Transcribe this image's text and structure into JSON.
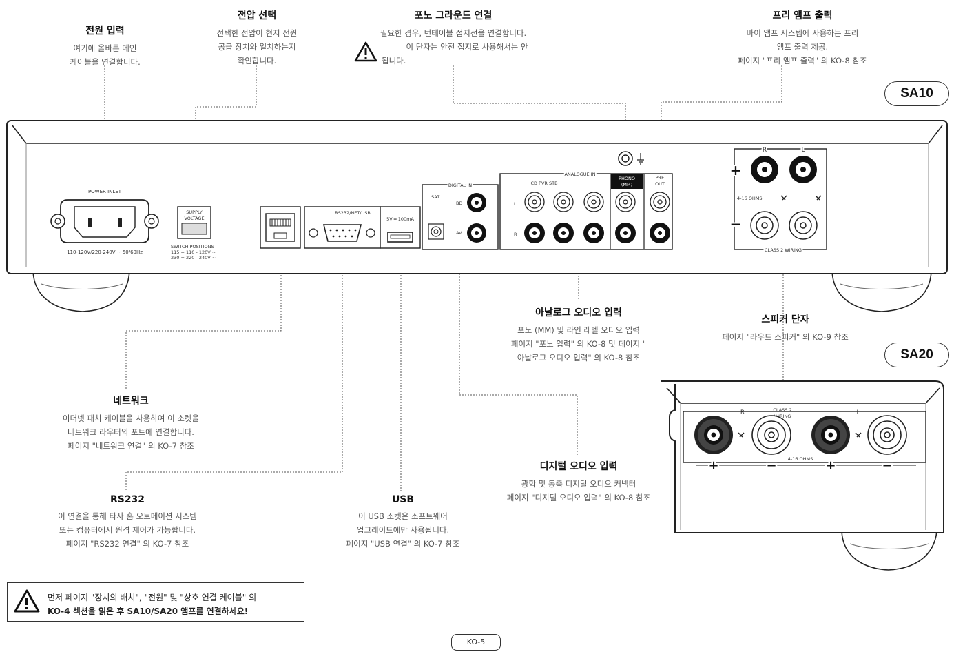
{
  "models": {
    "sa10": "SA10",
    "sa20": "SA20"
  },
  "callouts": {
    "power": {
      "title": "전원 입력",
      "lines": [
        "여기에 올바른 메인",
        "케이블을 연결합니다."
      ]
    },
    "voltage": {
      "title": "전압 선택",
      "lines": [
        "선택한 전압이 현지 전원",
        "공급 장치와 일치하는지",
        "확인합니다."
      ]
    },
    "phono_ground": {
      "title": "포노 그라운드 연결",
      "lines": [
        "필요한 경우, 턴테이블 접지선을 연결합니다.",
        "이 단자는 안전 접지로 사용해서는 안",
        "됩니다."
      ]
    },
    "preamp": {
      "title": "프리 앰프 출력",
      "lines": [
        "바이 앰프 시스템에 사용하는 프리",
        "앰프 출력 제공.",
        "페이지 \"프리 앰프 출력\" 의 KO-8 참조"
      ]
    },
    "analogue": {
      "title": "아날로그 오디오 입력",
      "lines": [
        "포노 (MM) 및 라인 레벨 오디오 입력",
        "페이지 \"포노 입력\" 의 KO-8 및 페이지 \"",
        "아날로그 오디오 입력\" 의 KO-8 참조"
      ]
    },
    "speaker": {
      "title": "스피커 단자",
      "lines": [
        "페이지 \"라우드 스피커\" 의 KO-9 참조"
      ]
    },
    "network": {
      "title": "네트워크",
      "lines": [
        "이더넷 패치 케이블을 사용하여 이 소켓을",
        "네트워크 라우터의 포트에 연결합니다.",
        "페이지 \"네트워크 연결\" 의 KO-7 참조"
      ]
    },
    "digital": {
      "title": "디지털 오디오 입력",
      "lines": [
        "광학 및 동축 디지털 오디오 커넥터",
        "페이지 \"디지털 오디오 입력\" 의 KO-8 참조"
      ]
    },
    "rs232": {
      "title": "RS232",
      "lines": [
        "이 연결을 통해 타사 홈 오토메이션 시스템",
        "또는 컴퓨터에서 원격 제어가 가능합니다.",
        "페이지 \"RS232 연결\" 의 KO-7 참조"
      ]
    },
    "usb": {
      "title": "USB",
      "lines": [
        "이 USB 소켓은 소프트웨어",
        "업그레이드에만 사용됩니다.",
        "페이지 \"USB 연결\" 의 KO-7 참조"
      ]
    }
  },
  "panel": {
    "power_inlet": "POWER INLET",
    "power_rating": "110-120V/220-240V ~ 50/60Hz",
    "supply_voltage": [
      "SUPPLY",
      "VOLTAGE"
    ],
    "switch_positions": [
      "SWITCH POSITIONS",
      "115 = 110 - 120V ~",
      "230 = 220 - 240V ~"
    ],
    "rs232_usb": "RS232/NET/USB",
    "usb_rating": "5V ═ 100mA",
    "digital_in": "DIGITAL IN",
    "sat": "SAT",
    "bd": "BD",
    "av": "AV",
    "analogue_in": "ANALOGUE IN",
    "cd_pvr_stb": "CD  PVR  STB",
    "ch_l": "L",
    "ch_r": "R",
    "phono": [
      "PHONO",
      "(MM)"
    ],
    "pre_out": [
      "PRE",
      "OUT"
    ],
    "ohms": "4-16 OHMS",
    "class2": "CLASS 2 WIRING",
    "class2_lines": [
      "CLASS 2",
      "WIRING"
    ],
    "spk_r": "R",
    "spk_l": "L",
    "plus": "+",
    "minus": "−"
  },
  "note": {
    "lines": [
      "먼저 페이지 \"장치의 배치\", \"전원\" 및 \"상호 연결 케이블\" 의",
      "KO-4 섹션을 읽은 후 SA10/SA20 앰프를 연결하세요!"
    ]
  },
  "page_number": "KO-5"
}
